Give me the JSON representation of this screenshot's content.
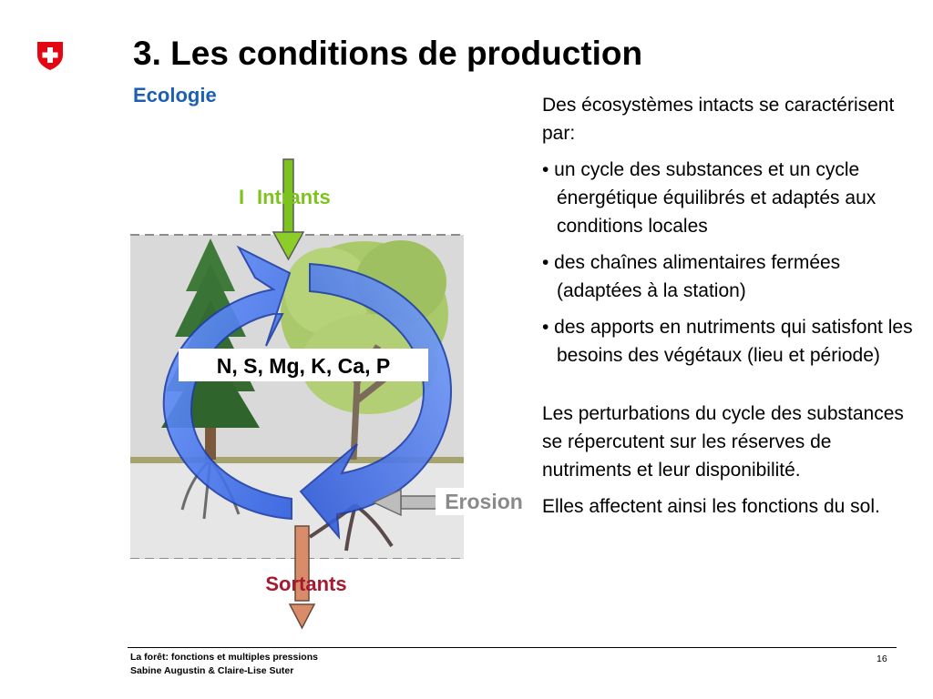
{
  "slide": {
    "title": "3. Les conditions de production",
    "subtitle": "Ecologie"
  },
  "diagram": {
    "label_intrants": "Intrants",
    "label_nutrients": "N, S, Mg, K, Ca, P",
    "label_erosion": "Erosion",
    "label_sortants": "Sortants",
    "colors": {
      "intrants": "#7dc31d",
      "sortants": "#a6192e",
      "cycle_arrow": "#4a7ef0",
      "erosion": "#8a8a8a"
    }
  },
  "text": {
    "intro": "Des écosystèmes intacts se caractérisent par:",
    "bullets": [
      "• un cycle des substances et un cycle énergétique équilibrés et adaptés aux conditions locales",
      "• des chaînes alimentaires fermées (adaptées à la station)",
      "• des apports en nutriments qui satisfont les besoins des végétaux (lieu et période)"
    ],
    "para2": "Les perturbations du cycle des substances se répercutent sur les réserves de nutriments et leur disponibilité.",
    "para3": "Elles affectent ainsi les fonctions du sol."
  },
  "footer": {
    "line1": "La forêt: fonctions et multiples pressions",
    "line2": "Sabine Augustin & Claire-Lise Suter",
    "page": "16"
  }
}
